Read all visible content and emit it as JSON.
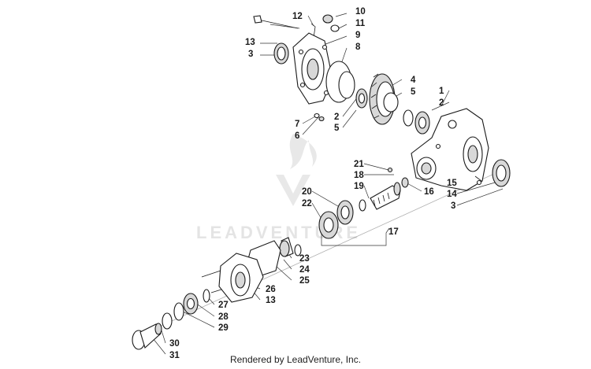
{
  "watermark": {
    "text": "LEADVENTURE"
  },
  "credit": "Rendered by LeadVenture, Inc.",
  "callouts": {
    "c12": "12",
    "c10": "10",
    "c11": "11",
    "c13a": "13",
    "c9": "9",
    "c3a": "3",
    "c8": "8",
    "c4": "4",
    "c5a": "5",
    "c1": "1",
    "c2a": "2",
    "c2b": "2",
    "c5b": "5",
    "c7": "7",
    "c6": "6",
    "c21": "21",
    "c18": "18",
    "c19": "19",
    "c16": "16",
    "c20": "20",
    "c22": "22",
    "c17": "17",
    "c15": "15",
    "c14": "14",
    "c3b": "3",
    "c23": "23",
    "c24": "24",
    "c25": "25",
    "c26": "26",
    "c13b": "13",
    "c27": "27",
    "c28": "28",
    "c29": "29",
    "c30": "30",
    "c31": "31"
  }
}
